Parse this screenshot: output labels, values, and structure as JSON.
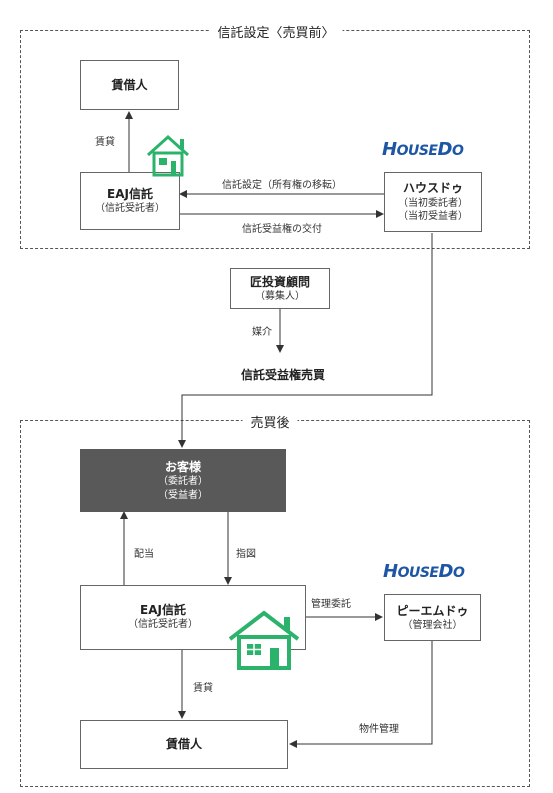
{
  "sections": {
    "before_label": "信託設定〈売買前〉",
    "after_label": "売買後"
  },
  "top": {
    "tenant": {
      "main": "賃借人"
    },
    "eaj": {
      "main": "EAJ信託",
      "sub": "（信託受託者）"
    },
    "housedo": {
      "main": "ハウスドゥ",
      "sub1": "（当初委託者）",
      "sub2": "（当初受益者）"
    },
    "edge_lease": "賃貸",
    "edge_transfer": "信託設定（所有権の移転）",
    "edge_grant": "信託受益権の交付"
  },
  "middle": {
    "broker": {
      "main": "匠投資顧問",
      "sub": "（募集人）"
    },
    "edge_mediation": "媒介",
    "sale": "信託受益権売買"
  },
  "bottom": {
    "customer": {
      "main": "お客様",
      "sub1": "（委託者）",
      "sub2": "（受益者）"
    },
    "eaj": {
      "main": "EAJ信託",
      "sub": "（信託受託者）"
    },
    "pm": {
      "main": "ピーエムドゥ",
      "sub": "（管理会社）"
    },
    "tenant": {
      "main": "賃借人"
    },
    "edge_dividend": "配当",
    "edge_instruction": "指図",
    "edge_mgmt_entrust": "管理委託",
    "edge_lease": "賃貸",
    "edge_property_mgmt": "物件管理"
  },
  "logo": {
    "part1": "H",
    "part2": "OUSE",
    "part3": "D",
    "part4": "O"
  },
  "icons": [
    "house-icon",
    "house-icon",
    "housedo-logo",
    "housedo-logo"
  ],
  "colors": {
    "house": "#2bb36b",
    "logo": "#1e56a6",
    "customer_box": "#595959"
  }
}
